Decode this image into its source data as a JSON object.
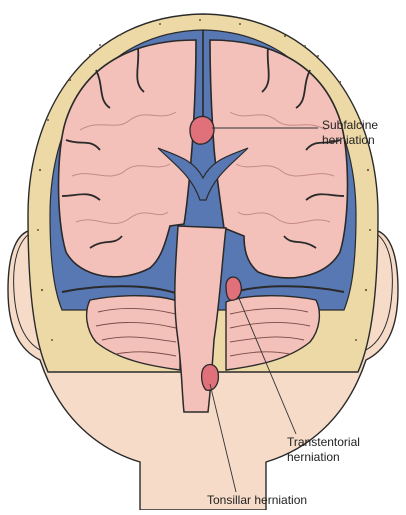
{
  "labels": {
    "subfalcine_line1": "Subfalcine",
    "subfalcine_line2": "herniation",
    "transtentorial_line1": "Transtentorial",
    "transtentorial_line2": "herniation",
    "tonsillar": "Tonsillar herniation"
  },
  "colors": {
    "skin": "#f6dcc8",
    "skull": "#ecd9a6",
    "csf": "#5878b4",
    "brain": "#f3c1ba",
    "white_matter": "#f7cfc8",
    "herniation": "#e0707a",
    "outline": "#2a2a2a"
  }
}
